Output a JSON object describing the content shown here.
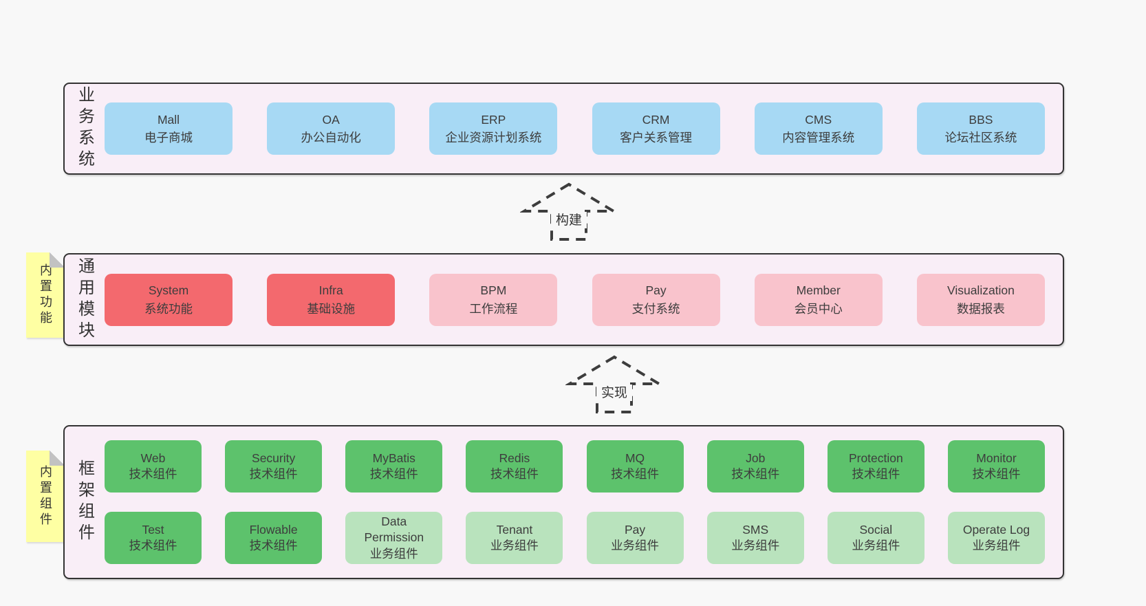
{
  "colors": {
    "page_bg": "#f8f8f8",
    "band_bg": "#f9eef7",
    "band_border": "#333333",
    "blue_box": "#a7d9f4",
    "red_box": "#f3696e",
    "pink_box": "#f9c3cc",
    "green_box": "#5dc26c",
    "light_green_box": "#b9e3bd",
    "note_yellow": "#feffa3",
    "arrow_stroke": "#3d3d3d"
  },
  "arrows": [
    {
      "label": "构建"
    },
    {
      "label": "实现"
    }
  ],
  "sections": {
    "business": {
      "label": "业务系统",
      "boxes": [
        {
          "title": "Mall",
          "subtitle": "电子商城",
          "variant": "blue"
        },
        {
          "title": "OA",
          "subtitle": "办公自动化",
          "variant": "blue"
        },
        {
          "title": "ERP",
          "subtitle": "企业资源计划系统",
          "variant": "blue"
        },
        {
          "title": "CRM",
          "subtitle": "客户关系管理",
          "variant": "blue"
        },
        {
          "title": "CMS",
          "subtitle": "内容管理系统",
          "variant": "blue"
        },
        {
          "title": "BBS",
          "subtitle": "论坛社区系统",
          "variant": "blue"
        }
      ]
    },
    "modules": {
      "label": "通用模块",
      "note": "内置功能",
      "boxes": [
        {
          "title": "System",
          "subtitle": "系统功能",
          "variant": "red"
        },
        {
          "title": "Infra",
          "subtitle": "基础设施",
          "variant": "red"
        },
        {
          "title": "BPM",
          "subtitle": "工作流程",
          "variant": "pink"
        },
        {
          "title": "Pay",
          "subtitle": "支付系统",
          "variant": "pink"
        },
        {
          "title": "Member",
          "subtitle": "会员中心",
          "variant": "pink"
        },
        {
          "title": "Visualization",
          "subtitle": "数据报表",
          "variant": "pink"
        }
      ]
    },
    "components": {
      "label": "框架组件",
      "note": "内置组件",
      "rows": [
        [
          {
            "title": "Web",
            "subtitle": "技术组件",
            "variant": "green"
          },
          {
            "title": "Security",
            "subtitle": "技术组件",
            "variant": "green"
          },
          {
            "title": "MyBatis",
            "subtitle": "技术组件",
            "variant": "green"
          },
          {
            "title": "Redis",
            "subtitle": "技术组件",
            "variant": "green"
          },
          {
            "title": "MQ",
            "subtitle": "技术组件",
            "variant": "green"
          },
          {
            "title": "Job",
            "subtitle": "技术组件",
            "variant": "green"
          },
          {
            "title": "Protection",
            "subtitle": "技术组件",
            "variant": "green"
          },
          {
            "title": "Monitor",
            "subtitle": "技术组件",
            "variant": "green"
          }
        ],
        [
          {
            "title": "Test",
            "subtitle": "技术组件",
            "variant": "green"
          },
          {
            "title": "Flowable",
            "subtitle": "技术组件",
            "variant": "green"
          },
          {
            "title": "Data Permission",
            "subtitle": "业务组件",
            "variant": "light-green"
          },
          {
            "title": "Tenant",
            "subtitle": "业务组件",
            "variant": "light-green"
          },
          {
            "title": "Pay",
            "subtitle": "业务组件",
            "variant": "light-green"
          },
          {
            "title": "SMS",
            "subtitle": "业务组件",
            "variant": "light-green"
          },
          {
            "title": "Social",
            "subtitle": "业务组件",
            "variant": "light-green"
          },
          {
            "title": "Operate Log",
            "subtitle": "业务组件",
            "variant": "light-green"
          }
        ]
      ]
    }
  }
}
